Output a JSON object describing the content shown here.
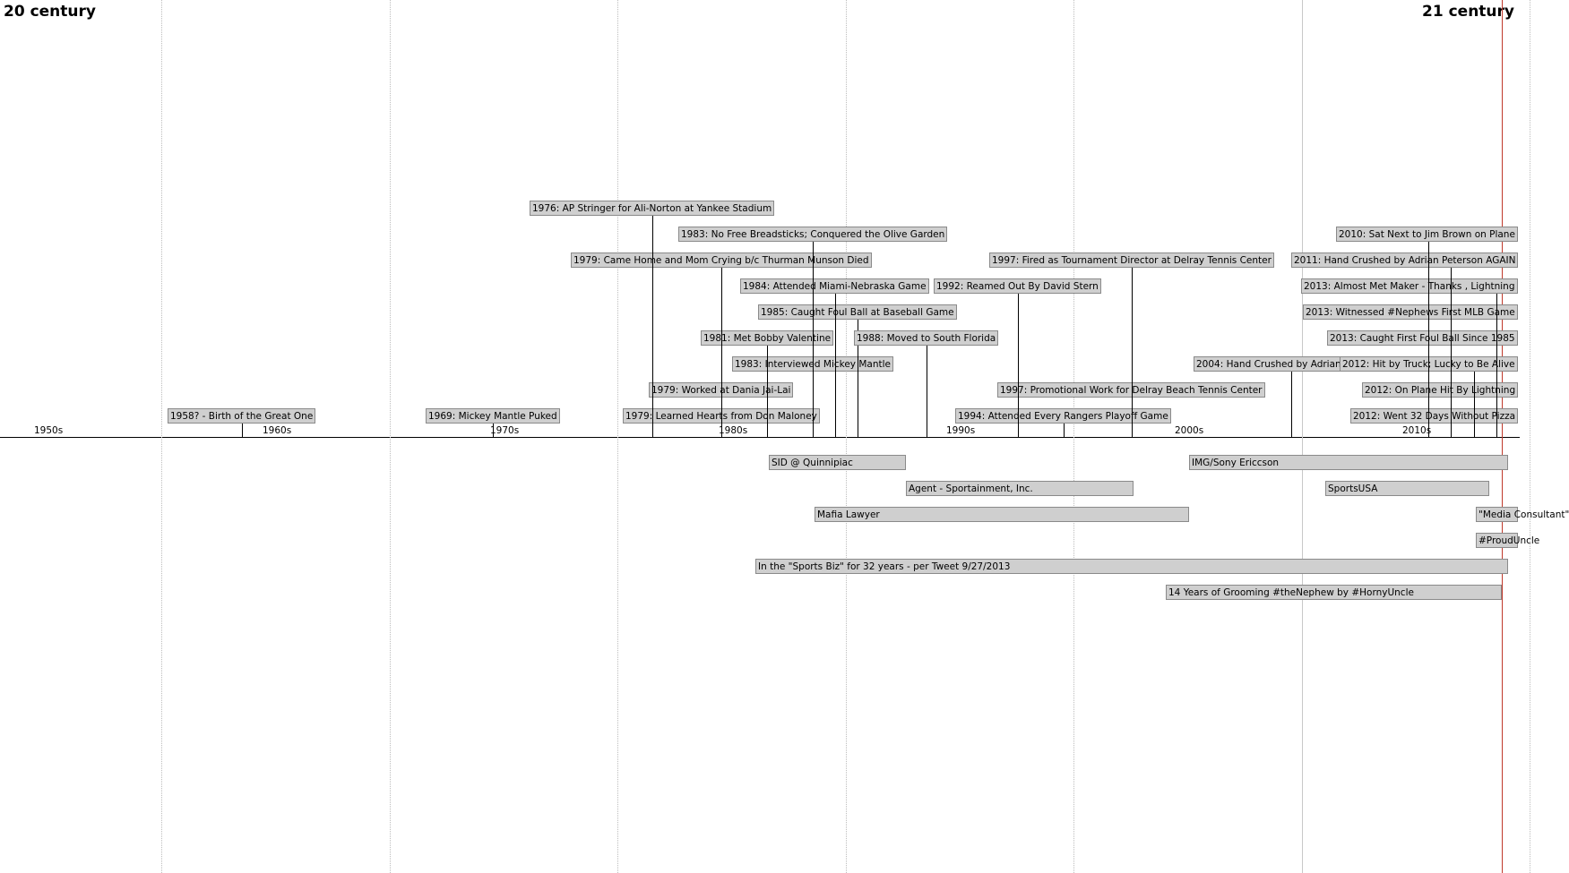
{
  "centuries": {
    "left": "20 century",
    "right": "21 century"
  },
  "axis": {
    "start_year": 1948,
    "end_year": 2014.6
  },
  "now_year": 2013.75,
  "decades": [
    {
      "label": "1950s",
      "year": 1950
    },
    {
      "label": "1960s",
      "year": 1960
    },
    {
      "label": "1970s",
      "year": 1970
    },
    {
      "label": "1980s",
      "year": 1980
    },
    {
      "label": "1990s",
      "year": 1990
    },
    {
      "label": "2000s",
      "year": 2000
    },
    {
      "label": "2010s",
      "year": 2010
    }
  ],
  "events": [
    {
      "label": "1958? - Birth of the Great One",
      "year": 1958,
      "row": 0,
      "anchor": 1958
    },
    {
      "label": "1969: Mickey Mantle Puked",
      "year": 1969,
      "row": 0,
      "anchor": 1969
    },
    {
      "label": "1979: Learned Hearts from Don Maloney",
      "year": 1979,
      "row": 0,
      "anchor": 1979
    },
    {
      "label": "1979: Worked at Dania Jai-Lai",
      "year": 1979,
      "row": 1,
      "anchor": 1979
    },
    {
      "label": "1983: Interviewed Mickey Mantle",
      "year": 1983,
      "row": 2,
      "anchor": 1983
    },
    {
      "label": "1981: Met Bobby Valentine",
      "year": 1981,
      "row": 3,
      "anchor": 1981
    },
    {
      "label": "1985: Caught Foul Ball at Baseball Game",
      "year": 1985,
      "row": 4,
      "anchor": 1985
    },
    {
      "label": "1984: Attended Miami-Nebraska Game",
      "year": 1984,
      "row": 5,
      "anchor": 1984
    },
    {
      "label": "1979: Came Home and Mom Crying b/c Thurman Munson Died",
      "year": 1979,
      "row": 6,
      "anchor": 1979
    },
    {
      "label": "1983: No Free Breadsticks; Conquered the Olive Garden",
      "year": 1983,
      "row": 7,
      "anchor": 1983
    },
    {
      "label": "1976: AP Stringer for Ali-Norton at Yankee Stadium",
      "year": 1976,
      "row": 8,
      "anchor": 1976
    },
    {
      "label": "1988: Moved to South Florida",
      "year": 1988,
      "row": 3,
      "anchor": 1988
    },
    {
      "label": "1994: Attended Every Rangers Playoff Game",
      "year": 1994,
      "row": 0,
      "anchor": 1994
    },
    {
      "label": "1997: Promotional Work for Delray Beach Tennis Center",
      "year": 1997,
      "row": 1,
      "anchor": 1997
    },
    {
      "label": "1992: Reamed Out By David Stern",
      "year": 1992,
      "row": 5,
      "anchor": 1992
    },
    {
      "label": "1997: Fired as Tournament Director at Delray Tennis Center",
      "year": 1997,
      "row": 6,
      "anchor": 1997
    },
    {
      "label": "2004: Hand Crushed by Adrian Peterson",
      "year": 2004,
      "row": 2,
      "anchor": 2004
    },
    {
      "label": "2012: Went 32 Days Without Pizza",
      "year": 2012,
      "row": 0,
      "anchor": 2012
    },
    {
      "label": "2012: On Plane Hit By Lightning",
      "year": 2012,
      "row": 1,
      "anchor": 2012
    },
    {
      "label": "2012: Hit by Truck; Lucky to Be Alive",
      "year": 2012,
      "row": 2,
      "anchor": 2012
    },
    {
      "label": "2013: Caught First Foul Ball Since 1985",
      "year": 2013,
      "row": 3,
      "anchor": 2013
    },
    {
      "label": "2013: Witnessed #Nephews First MLB Game",
      "year": 2013,
      "row": 4,
      "anchor": 2013
    },
    {
      "label": "2013: Almost Met Maker - Thanks , Lightning",
      "year": 2013,
      "row": 5,
      "anchor": 2013
    },
    {
      "label": "2011: Hand Crushed by Adrian Peterson AGAIN",
      "year": 2011,
      "row": 6,
      "anchor": 2011
    },
    {
      "label": "2010: Sat Next to Jim Brown on Plane",
      "year": 2010,
      "row": 7,
      "anchor": 2010
    }
  ],
  "periods": [
    {
      "label": "SID @ Quinnipiac",
      "start": 1981.6,
      "end": 1987.6,
      "row": 0
    },
    {
      "label": "IMG/Sony Ericcson",
      "start": 2000,
      "end": 2014,
      "row": 0
    },
    {
      "label": "Agent - Sportainment, Inc.",
      "start": 1987.6,
      "end": 1997.6,
      "row": 1
    },
    {
      "label": "SportsUSA",
      "start": 2006,
      "end": 2013.2,
      "row": 1
    },
    {
      "label": "Mafia Lawyer",
      "start": 1983.6,
      "end": 2000,
      "row": 2
    },
    {
      "label": "\"Media Consultant\"",
      "start": 2012.6,
      "end": 2016.4,
      "row": 2
    },
    {
      "label": "#ProudUncle",
      "start": 2012.6,
      "end": 2016.4,
      "row": 3
    },
    {
      "label": "In the \"Sports Biz\" for 32 years - per Tweet 9/27/2013",
      "start": 1981,
      "end": 2014,
      "row": 4
    },
    {
      "label": "14 Years of Grooming #theNephew by #HornyUncle",
      "start": 1999,
      "end": 2013.75,
      "row": 5
    }
  ]
}
